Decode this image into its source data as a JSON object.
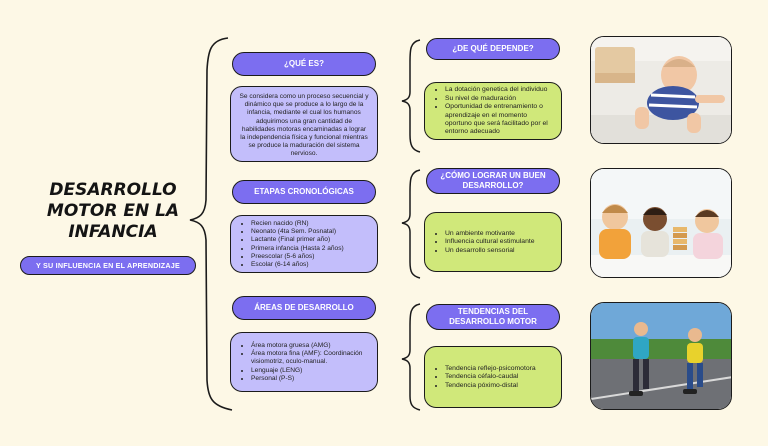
{
  "title": "DESARROLLO MOTOR EN LA INFANCIA",
  "subtitle": "Y SU INFLUENCIA EN EL APRENDIZAJE",
  "sections": {
    "que_es": {
      "heading": "¿QUÉ ES?",
      "text": "Se considera como un proceso secuencial y dinámico que se produce a lo largo de la infancia, mediante el cual los humanos adquirimos una gran cantidad de habilidades motoras encaminadas a lograr la independencia física y funcional mientras se produce la maduración del sistema nervioso."
    },
    "etapas": {
      "heading": "ETAPAS CRONOLÓGICAS",
      "items": [
        "Recien nacido (RN)",
        "Neonato (4ta Sem. Posnatal)",
        "Lactante (Final primer año)",
        "Primera infancia (Hasta 2 años)",
        "Preescolar (5-6 años)",
        "Escolar (6-14 años)"
      ]
    },
    "areas": {
      "heading": "ÁREAS DE DESARROLLO",
      "items": [
        "Área motora gruesa (AMG)",
        "Área motora fina (AMF): Coordinación visiomotriz, oculo-manual.",
        "Lenguaje (LENG)",
        "Personal (P-S)"
      ]
    },
    "depende": {
      "heading": "¿DE QUÉ DEPENDE?",
      "items": [
        "La dotación genetica del individuo",
        "Su nivel de maduración",
        "Oportunidad de entrenamiento o aprendizaje en el momento oportuno que será facilitado por el entorno adecuado"
      ]
    },
    "lograr": {
      "heading": "¿CÓMO LOGRAR UN BUEN DESARROLLO?",
      "items": [
        "Un ambiente motivante",
        "Influencia cultural estimulante",
        "Un desarrollo sensorial"
      ]
    },
    "tendencias": {
      "heading": "TENDENCIAS DEL DESARROLLO MOTOR",
      "items": [
        "Tendencia reflejo-psicomotora",
        "Tendencia céfalo-caudal",
        "Tendencia póximo-distal"
      ]
    }
  },
  "colors": {
    "background": "#FDF8E6",
    "pill": "#7C6EF0",
    "box_purple": "#C3BEFB",
    "box_green": "#D0E87A",
    "outline": "#1b1b1b"
  },
  "images": [
    "baby-crawling-photo",
    "children-playing-blocks-photo",
    "kids-roller-skating-photo"
  ]
}
